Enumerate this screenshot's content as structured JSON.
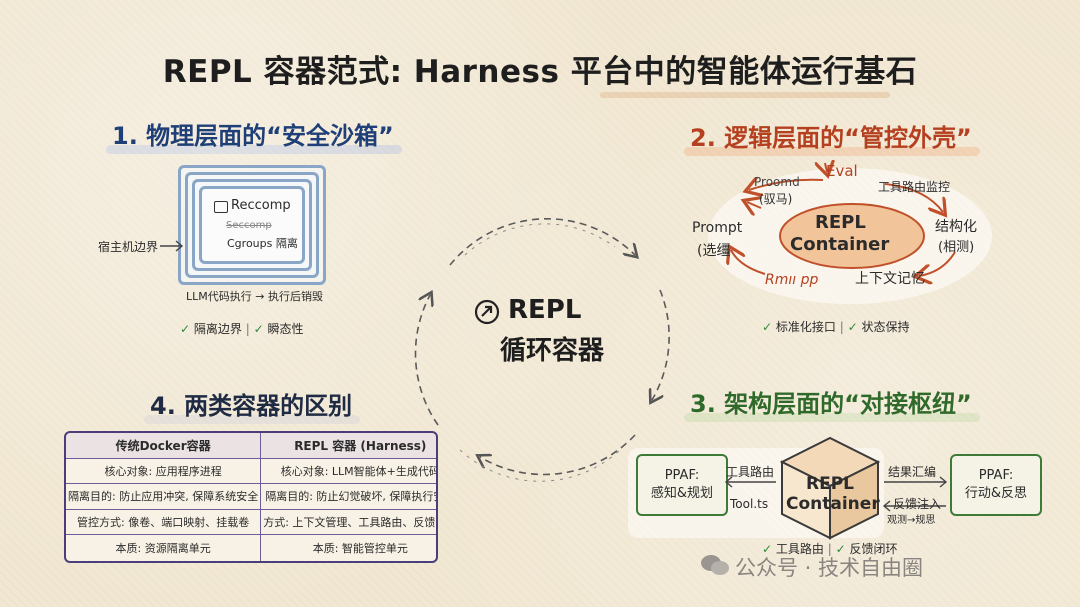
{
  "title": "REPL 容器范式: Harness 平台中的智能体运行基石",
  "center": {
    "label_line1": "REPL",
    "label_line2": "循环容器"
  },
  "section1": {
    "heading": "1. 物理层面的“安全沙箱”",
    "inner_title": "Reccomp",
    "inner_scribble": "Seccomp",
    "inner_subtitle": "Cgroups 隔离",
    "host_label": "宿主机边界",
    "flow_label": "LLM代码执行 → 执行后销毁",
    "check1": "隔离边界",
    "check2": "瞬态性"
  },
  "section2": {
    "heading": "2. 逻辑层面的“管控外壳”",
    "core_line1": "REPL",
    "core_line2": "Container",
    "prompt_label": "Prompt",
    "prompt_sub": "(选缰",
    "proomd": "Proomd",
    "proomd_sub": "(驭马)",
    "eval": "Eval",
    "tool_route": "工具路由监控",
    "structure": "结构化",
    "structure_sub": "(相测)",
    "context": "上下文记忆",
    "rmt": "Rmıı pp",
    "check1": "标准化接口",
    "check2": "状态保持"
  },
  "section3": {
    "heading": "3. 架构层面的“对接枢纽”",
    "left_box_line1": "PPAF:",
    "left_box_line2": "感知&规划",
    "right_box_line1": "PPAF:",
    "right_box_line2": "行动&反思",
    "cube_line1": "REPL",
    "cube_line2": "Container",
    "tool_route": "工具路由",
    "tool_ts": "Tool.ts",
    "result": "结果汇编",
    "feedback": "反馈注入",
    "feedback_sub": "观测→规思",
    "check1": "工具路由",
    "check2": "反馈闭环"
  },
  "section4": {
    "heading": "4. 两类容器的区别",
    "table": [
      [
        "传统Docker容器",
        "REPL 容器 (Harness)"
      ],
      [
        "核心对象: 应用程序进程",
        "核心对象: LLM智能体+生成代码"
      ],
      [
        "隔离目的: 防止应用冲突, 保障系统安全",
        "隔离目的: 防止幻觉破坏, 保障执行安全"
      ],
      [
        "管控方式: 像卷、端口映射、挂载卷",
        "方式: 上下文管理、工具路由、反馈汇编"
      ],
      [
        "本质: 资源隔离单元",
        "本质: 智能管控单元"
      ]
    ]
  },
  "watermark": "公众号 · 技术自由圈",
  "colors": {
    "background": "#f1e7d2",
    "blue": "#1f3f78",
    "orange": "#b5401f",
    "green": "#2f6a2a",
    "purple": "#4b3d7a",
    "check": "#2e8b3a"
  },
  "icons": [
    "right-arrow-circle-icon",
    "check-icon",
    "cube-icon",
    "box-icon",
    "wechat-icon"
  ]
}
